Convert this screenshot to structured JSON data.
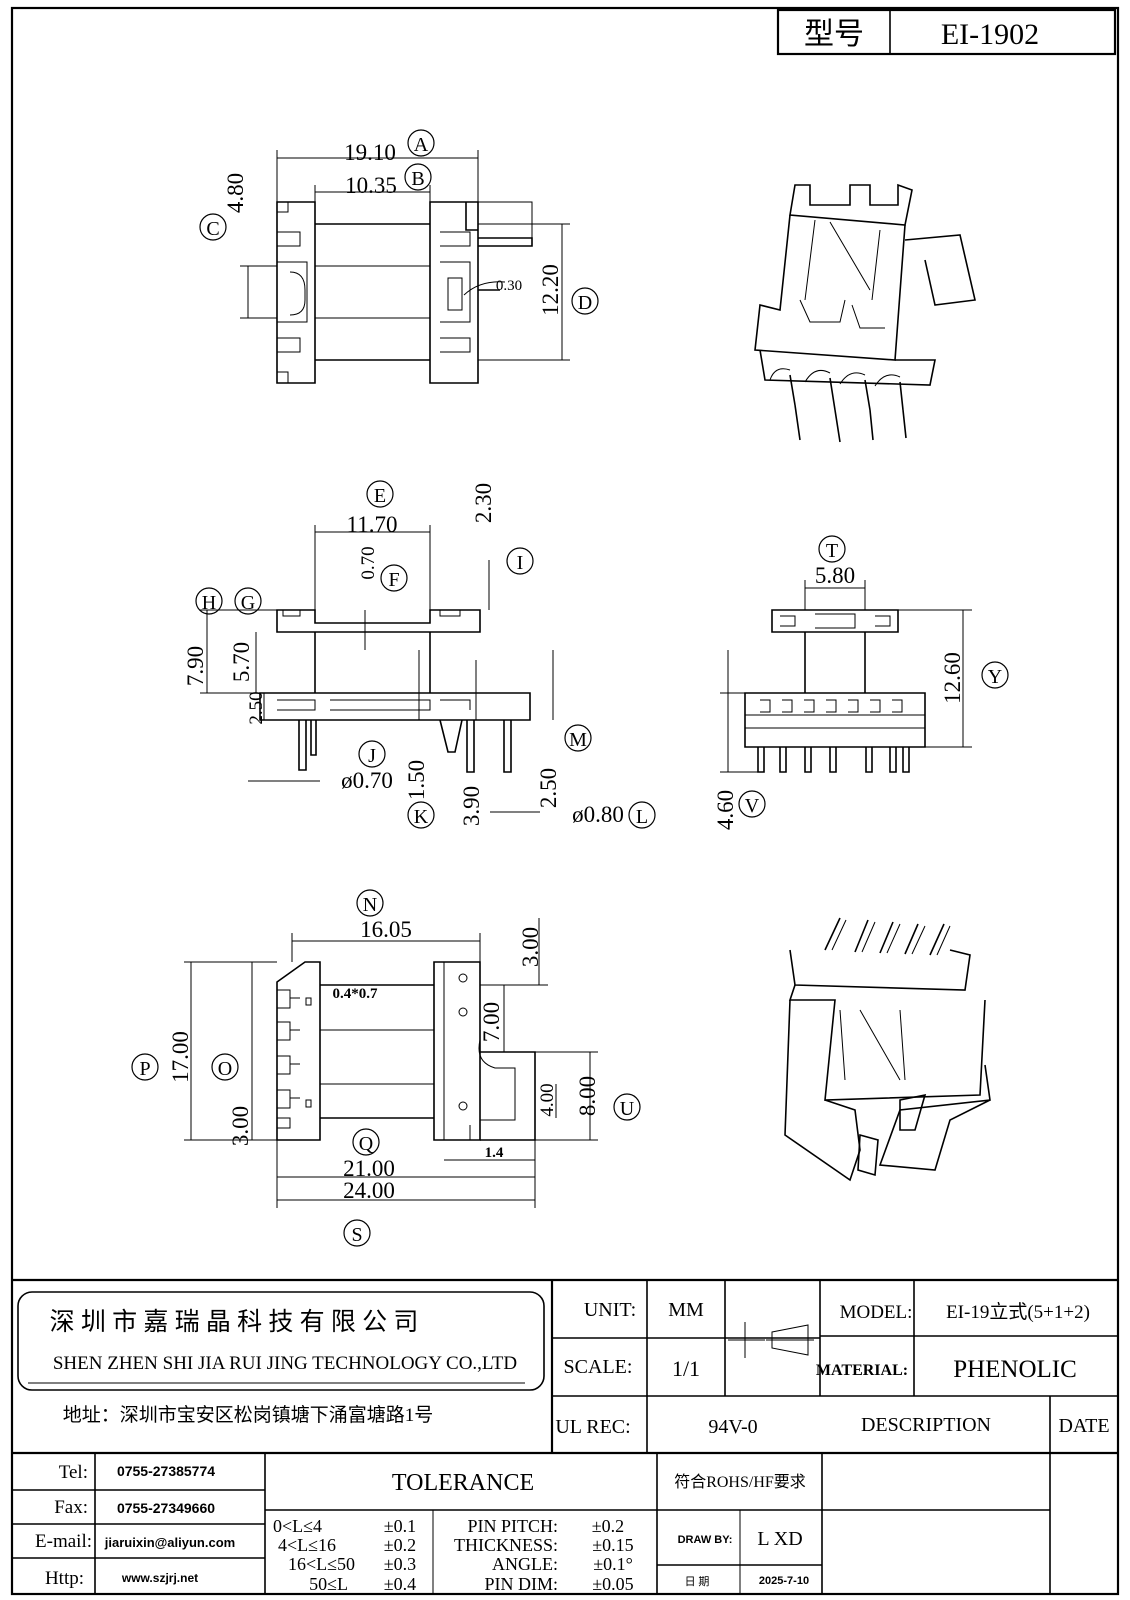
{
  "header": {
    "model_label": "型号",
    "model_value": "EI-1902"
  },
  "top_view": {
    "dim_a": "19.10",
    "label_a": "A",
    "dim_b": "10.35",
    "label_b": "B",
    "dim_c": "4.80",
    "label_c": "C",
    "dim_d": "12.20",
    "label_d": "D",
    "dim_slot": "0.30"
  },
  "front_view": {
    "dim_e": "11.70",
    "label_e": "E",
    "dim_f": "0.70",
    "label_f": "F",
    "dim_i": "2.30",
    "label_i": "I",
    "label_h": "H",
    "label_g": "G",
    "dim_h": "7.90",
    "dim_g": "5.70",
    "dim_25a": "2.50",
    "dim_j": "ø0.70",
    "label_j": "J",
    "dim_k": "1.50",
    "label_k": "K",
    "dim_390": "3.90",
    "dim_25b": "2.50",
    "dim_l": "ø0.80",
    "label_l": "L",
    "label_m": "M"
  },
  "side_view": {
    "dim_t": "5.80",
    "label_t": "T",
    "dim_y": "12.60",
    "label_y": "Y",
    "dim_v": "4.60",
    "label_v": "V"
  },
  "bottom_view": {
    "dim_n": "16.05",
    "label_n": "N",
    "dim_300a": "3.00",
    "dim_slot": "0.4*0.7",
    "dim_700": "7.00",
    "dim_p": "17.00",
    "label_p": "P",
    "label_o": "O",
    "dim_300b": "3.00",
    "dim_400": "4.00",
    "dim_u": "8.00",
    "label_u": "U",
    "dim_14": "1.4",
    "label_q": "Q",
    "dim_q": "21.00",
    "dim_s": "24.00",
    "label_s": "S"
  },
  "title_block": {
    "company_cn": "深 圳 市 嘉 瑞 晶 科 技 有 限 公 司",
    "company_en": "SHEN ZHEN SHI   JIA RUI JING   TECHNOLOGY CO.,LTD",
    "address": "地址：深圳市宝安区松岗镇塘下涌富塘路1号",
    "unit_label": "UNIT:",
    "unit_value": "MM",
    "scale_label": "SCALE:",
    "scale_value": "1/1",
    "ul_label": "UL REC:",
    "ul_value": "94V-0",
    "model_label": "MODEL:",
    "model_value": "EI-19立式(5+1+2)",
    "material_label": "MATERIAL:",
    "material_value": "PHENOLIC",
    "description_label": "DESCRIPTION",
    "date_label": "DATE",
    "tel_label": "Tel:",
    "tel_value": "0755-27385774",
    "fax_label": "Fax:",
    "fax_value": "0755-27349660",
    "email_label": "E-mail:",
    "email_value": "jiaruixin@aliyun.com",
    "http_label": "Http:",
    "http_value": "www.szjrj.net",
    "tolerance_label": "TOLERANCE",
    "rohs": "符合ROHS/HF要求",
    "tol_rows": [
      {
        "range": "0<L≤4",
        "tol": "±0.1"
      },
      {
        "range": "4<L≤16",
        "tol": "±0.2"
      },
      {
        "range": "16<L≤50",
        "tol": "±0.3"
      },
      {
        "range": "50≤L",
        "tol": "±0.4"
      }
    ],
    "spec_rows": [
      {
        "name": "PIN PITCH:",
        "tol": "±0.2"
      },
      {
        "name": "THICKNESS:",
        "tol": "±0.15"
      },
      {
        "name": "ANGLE:",
        "tol": "±0.1°"
      },
      {
        "name": "PIN DIM:",
        "tol": "±0.05"
      }
    ],
    "draw_by_label": "DRAW BY:",
    "draw_by_value": "L XD",
    "date_row_label": "日 期",
    "date_row_value": "2025-7-10"
  }
}
